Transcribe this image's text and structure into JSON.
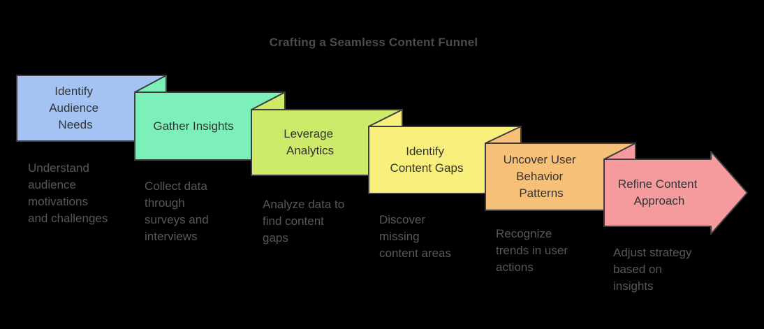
{
  "title": "Crafting a Seamless Content Funnel",
  "colors": {
    "background": "#000000",
    "outline": "#3d3d3d",
    "label_text": "#333333",
    "description_text": "#585858",
    "title_text": "#4c4c4c"
  },
  "steps": [
    {
      "label": "Identify Audience Needs",
      "label_lines": [
        "Identify",
        "Audience",
        "Needs"
      ],
      "description": "Understand audience motivations and challenges",
      "desc_lines": [
        "Understand",
        "audience",
        "motivations",
        "and challenges"
      ],
      "fill": "#a4c3f3"
    },
    {
      "label": "Gather Insights",
      "label_lines": [
        "Gather Insights"
      ],
      "description": "Collect data through surveys and interviews",
      "desc_lines": [
        "Collect data",
        "through",
        "surveys and",
        "interviews"
      ],
      "fill": "#7df0ba"
    },
    {
      "label": "Leverage Analytics",
      "label_lines": [
        "Leverage",
        "Analytics"
      ],
      "description": "Analyze data to find content gaps",
      "desc_lines": [
        "Analyze data to",
        "find content",
        "gaps"
      ],
      "fill": "#cdeb69"
    },
    {
      "label": "Identify Content Gaps",
      "label_lines": [
        "Identify",
        "Content Gaps"
      ],
      "description": "Discover missing content areas",
      "desc_lines": [
        "Discover",
        "missing",
        "content areas"
      ],
      "fill": "#f8ef7d"
    },
    {
      "label": "Uncover User Behavior Patterns",
      "label_lines": [
        "Uncover User",
        "Behavior",
        "Patterns"
      ],
      "description": "Recognize trends in user actions",
      "desc_lines": [
        "Recognize",
        "trends in user",
        "actions"
      ],
      "fill": "#f7c078"
    },
    {
      "label": "Refine Content Approach",
      "label_lines": [
        "Refine Content",
        "Approach"
      ],
      "description": "Adjust strategy based on insights",
      "desc_lines": [
        "Adjust strategy",
        "based on",
        "insights"
      ],
      "fill": "#f59b9e"
    }
  ]
}
